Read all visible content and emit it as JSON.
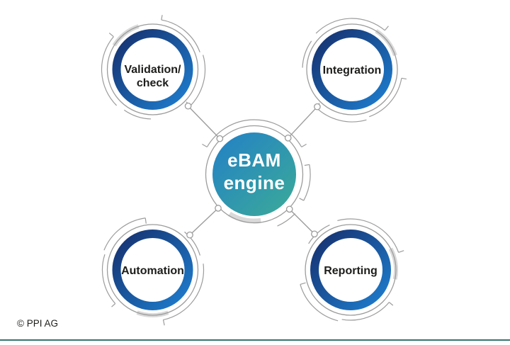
{
  "diagram": {
    "center": {
      "name": "ebam-engine",
      "label_lines": [
        "eBAM",
        "engine"
      ]
    },
    "satellites": [
      {
        "name": "validation-check",
        "label_lines": [
          "Validation/",
          "check"
        ]
      },
      {
        "name": "integration",
        "label_lines": [
          "Integration"
        ]
      },
      {
        "name": "automation",
        "label_lines": [
          "Automation"
        ]
      },
      {
        "name": "reporting",
        "label_lines": [
          "Reporting"
        ]
      }
    ]
  },
  "footer": {
    "copyright": "© PPI AG"
  },
  "colors": {
    "ring_dark": "#16306e",
    "ring_blue": "#1e7ecf",
    "center_blue": "#2280c7",
    "center_teal": "#3cab97",
    "outline_gray": "#9c9c9c",
    "deco_gray": "#d9d9d9",
    "text_dark": "#1d1d1b",
    "footer_line": "#37756f"
  }
}
